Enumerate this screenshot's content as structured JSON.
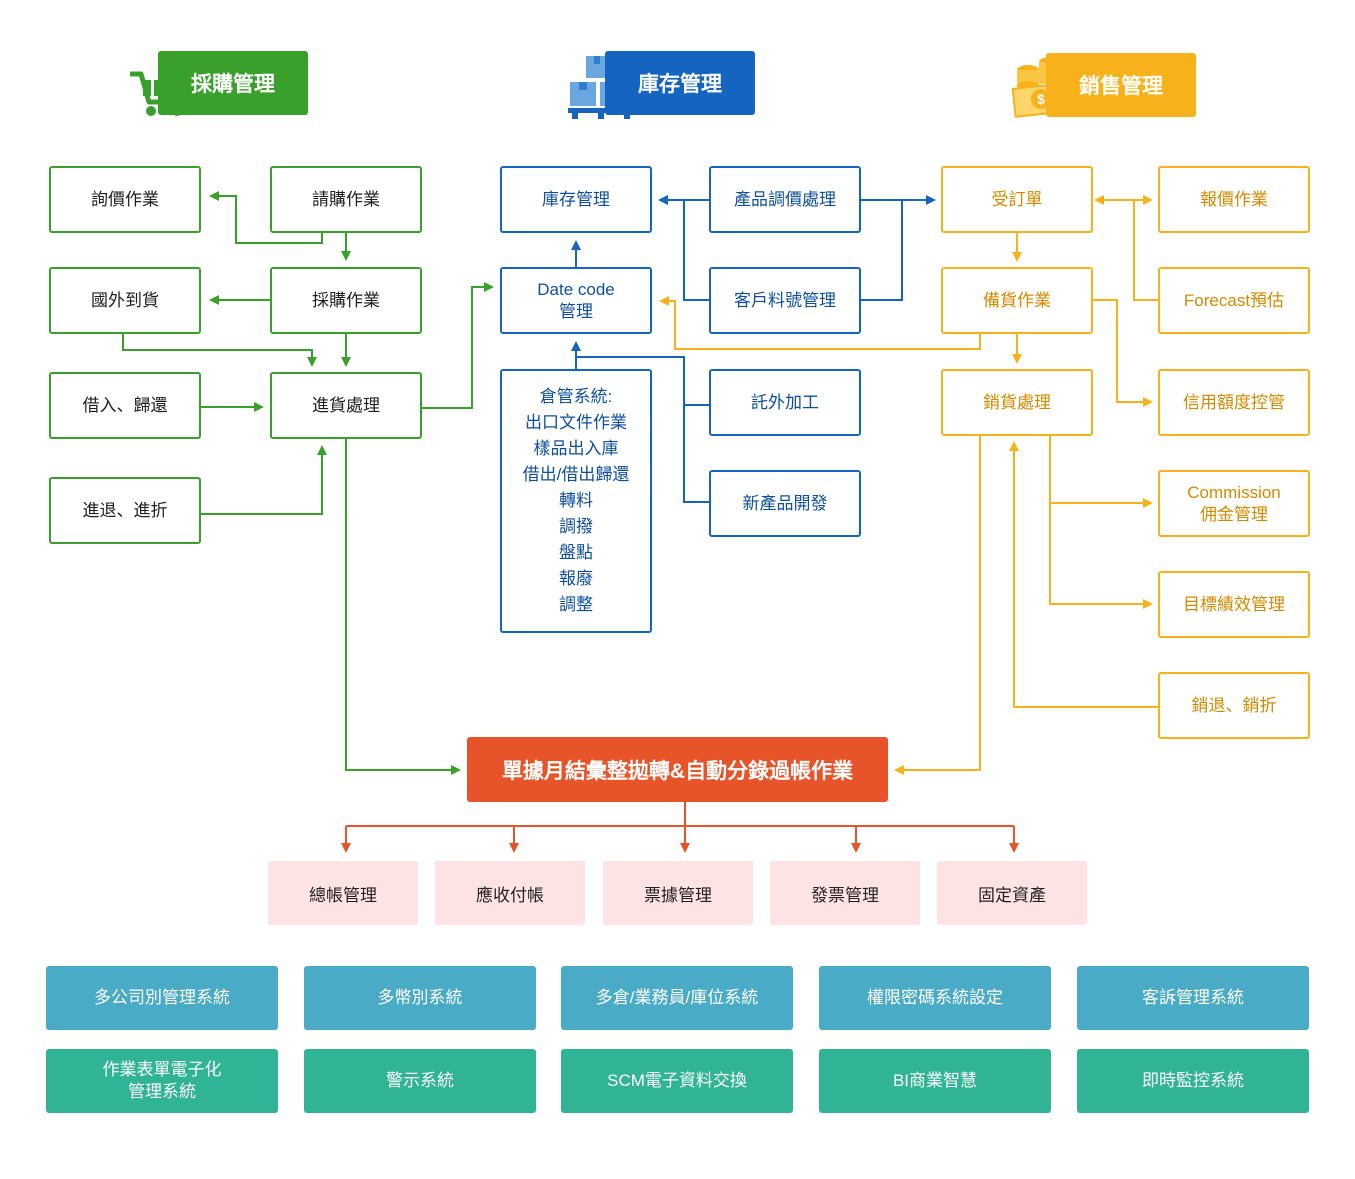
{
  "headers": {
    "purchase": "採購管理",
    "inventory": "庫存管理",
    "sales": "銷售管理"
  },
  "purchase": {
    "inquiry": "詢價作業",
    "requisition": "請購作業",
    "import_arrival": "國外到貨",
    "purchasing": "採購作業",
    "borrow_return": "借入、歸還",
    "receiving": "進貨處理",
    "return_discount": "進退、進折"
  },
  "inventory": {
    "stock_mgmt": "庫存管理",
    "price_adjust": "產品調價處理",
    "date_code": "Date code\n管理",
    "customer_part": "客戶料號管理",
    "warehouse_system": "倉管系統:\n出口文件作業\n樣品出入庫\n借出/借出歸還\n轉料\n調撥\n盤點\n報廢\n調整",
    "outsourcing": "託外加工",
    "new_product": "新產品開發"
  },
  "sales": {
    "order": "受訂單",
    "quotation": "報價作業",
    "stocking": "備貨作業",
    "forecast": "Forecast預估",
    "sales_processing": "銷貨處理",
    "credit_limit": "信用額度控管",
    "commission": "Commission\n佣金管理",
    "target_performance": "目標績效管理",
    "sales_return": "銷退、銷折"
  },
  "center": {
    "month_end": "單據月結彙整拋轉&自動分錄過帳作業"
  },
  "accounting": [
    "總帳管理",
    "應收付帳",
    "票據管理",
    "發票管理",
    "固定資產"
  ],
  "systems_row1": [
    "多公司別管理系統",
    "多幣別系統",
    "多倉/業務員/庫位系統",
    "權限密碼系統設定",
    "客訴管理系統"
  ],
  "systems_row2": [
    "作業表單電子化\n管理系統",
    "警示系統",
    "SCM電子資料交換",
    "BI商業智慧",
    "即時監控系統"
  ],
  "colors": {
    "green": "#3aa02c",
    "blue": "#1565c0",
    "orange": "#f7b21b",
    "red": "#e8542a",
    "pink": "#fde3e3",
    "row1": "#4aabc6",
    "row2": "#30b495"
  },
  "icons": {
    "purchase": "shopping-cart-check-icon",
    "inventory": "warehouse-boxes-icon",
    "sales": "money-coins-icon"
  }
}
